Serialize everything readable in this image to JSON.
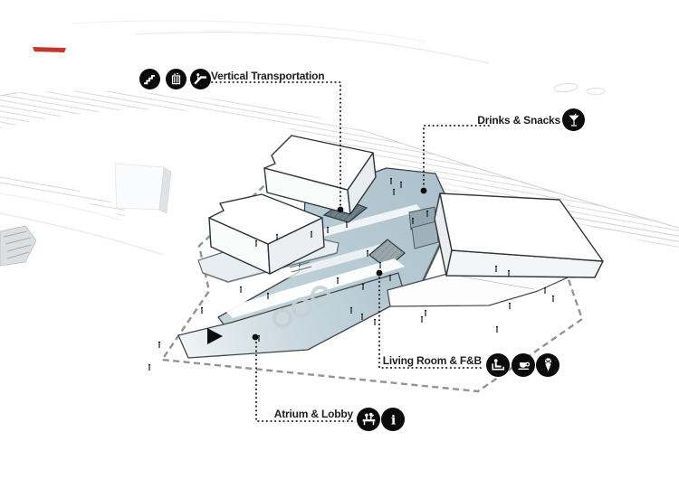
{
  "diagram": {
    "type": "axonometric-architecture-annotation-diagram",
    "annotations": {
      "vertical_transportation": {
        "label": "Vertical Transportation",
        "icons": [
          "stairs-icon",
          "elevator-icon",
          "escalator-icon"
        ]
      },
      "drinks_snacks": {
        "label": "Drinks & Snacks",
        "icons": [
          "cocktail-icon"
        ]
      },
      "living_room_fb": {
        "label": "Living Room & F&B",
        "icons": [
          "lounge-seat-icon",
          "coffee-cup-icon",
          "ice-cream-icon"
        ]
      },
      "atrium_lobby": {
        "label": "Atrium & Lobby",
        "icons": [
          "reception-desk-icon",
          "info-icon"
        ]
      }
    },
    "colors": {
      "label_text": "#1d1d1f",
      "icon_background": "#0b0b0c",
      "plate_blue": "#b5c8d1",
      "void_dark": "#6f8089",
      "boundary_dash_grey": "#8d8d8d",
      "hill_hatch_grey": "#c6c6c6",
      "accent_red": "#c4362b"
    }
  }
}
